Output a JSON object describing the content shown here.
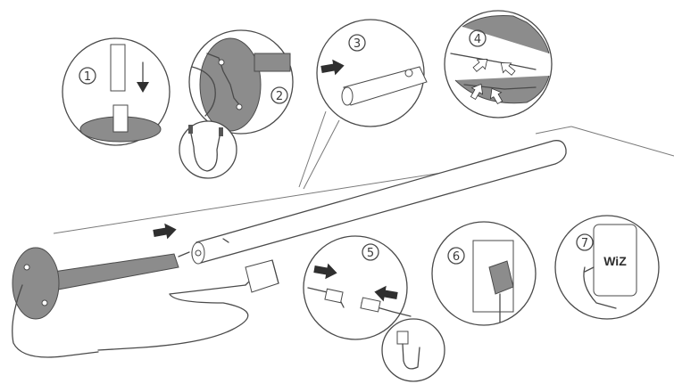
{
  "steps": [
    {
      "number": "1"
    },
    {
      "number": "2"
    },
    {
      "number": "3"
    },
    {
      "number": "4"
    },
    {
      "number": "5"
    },
    {
      "number": "6"
    },
    {
      "number": "7",
      "app_label": "WiZ"
    }
  ],
  "colors": {
    "line": "#4a4a4a",
    "fill_grey": "#8c8c8c",
    "arrow": "#2f2f2f"
  }
}
